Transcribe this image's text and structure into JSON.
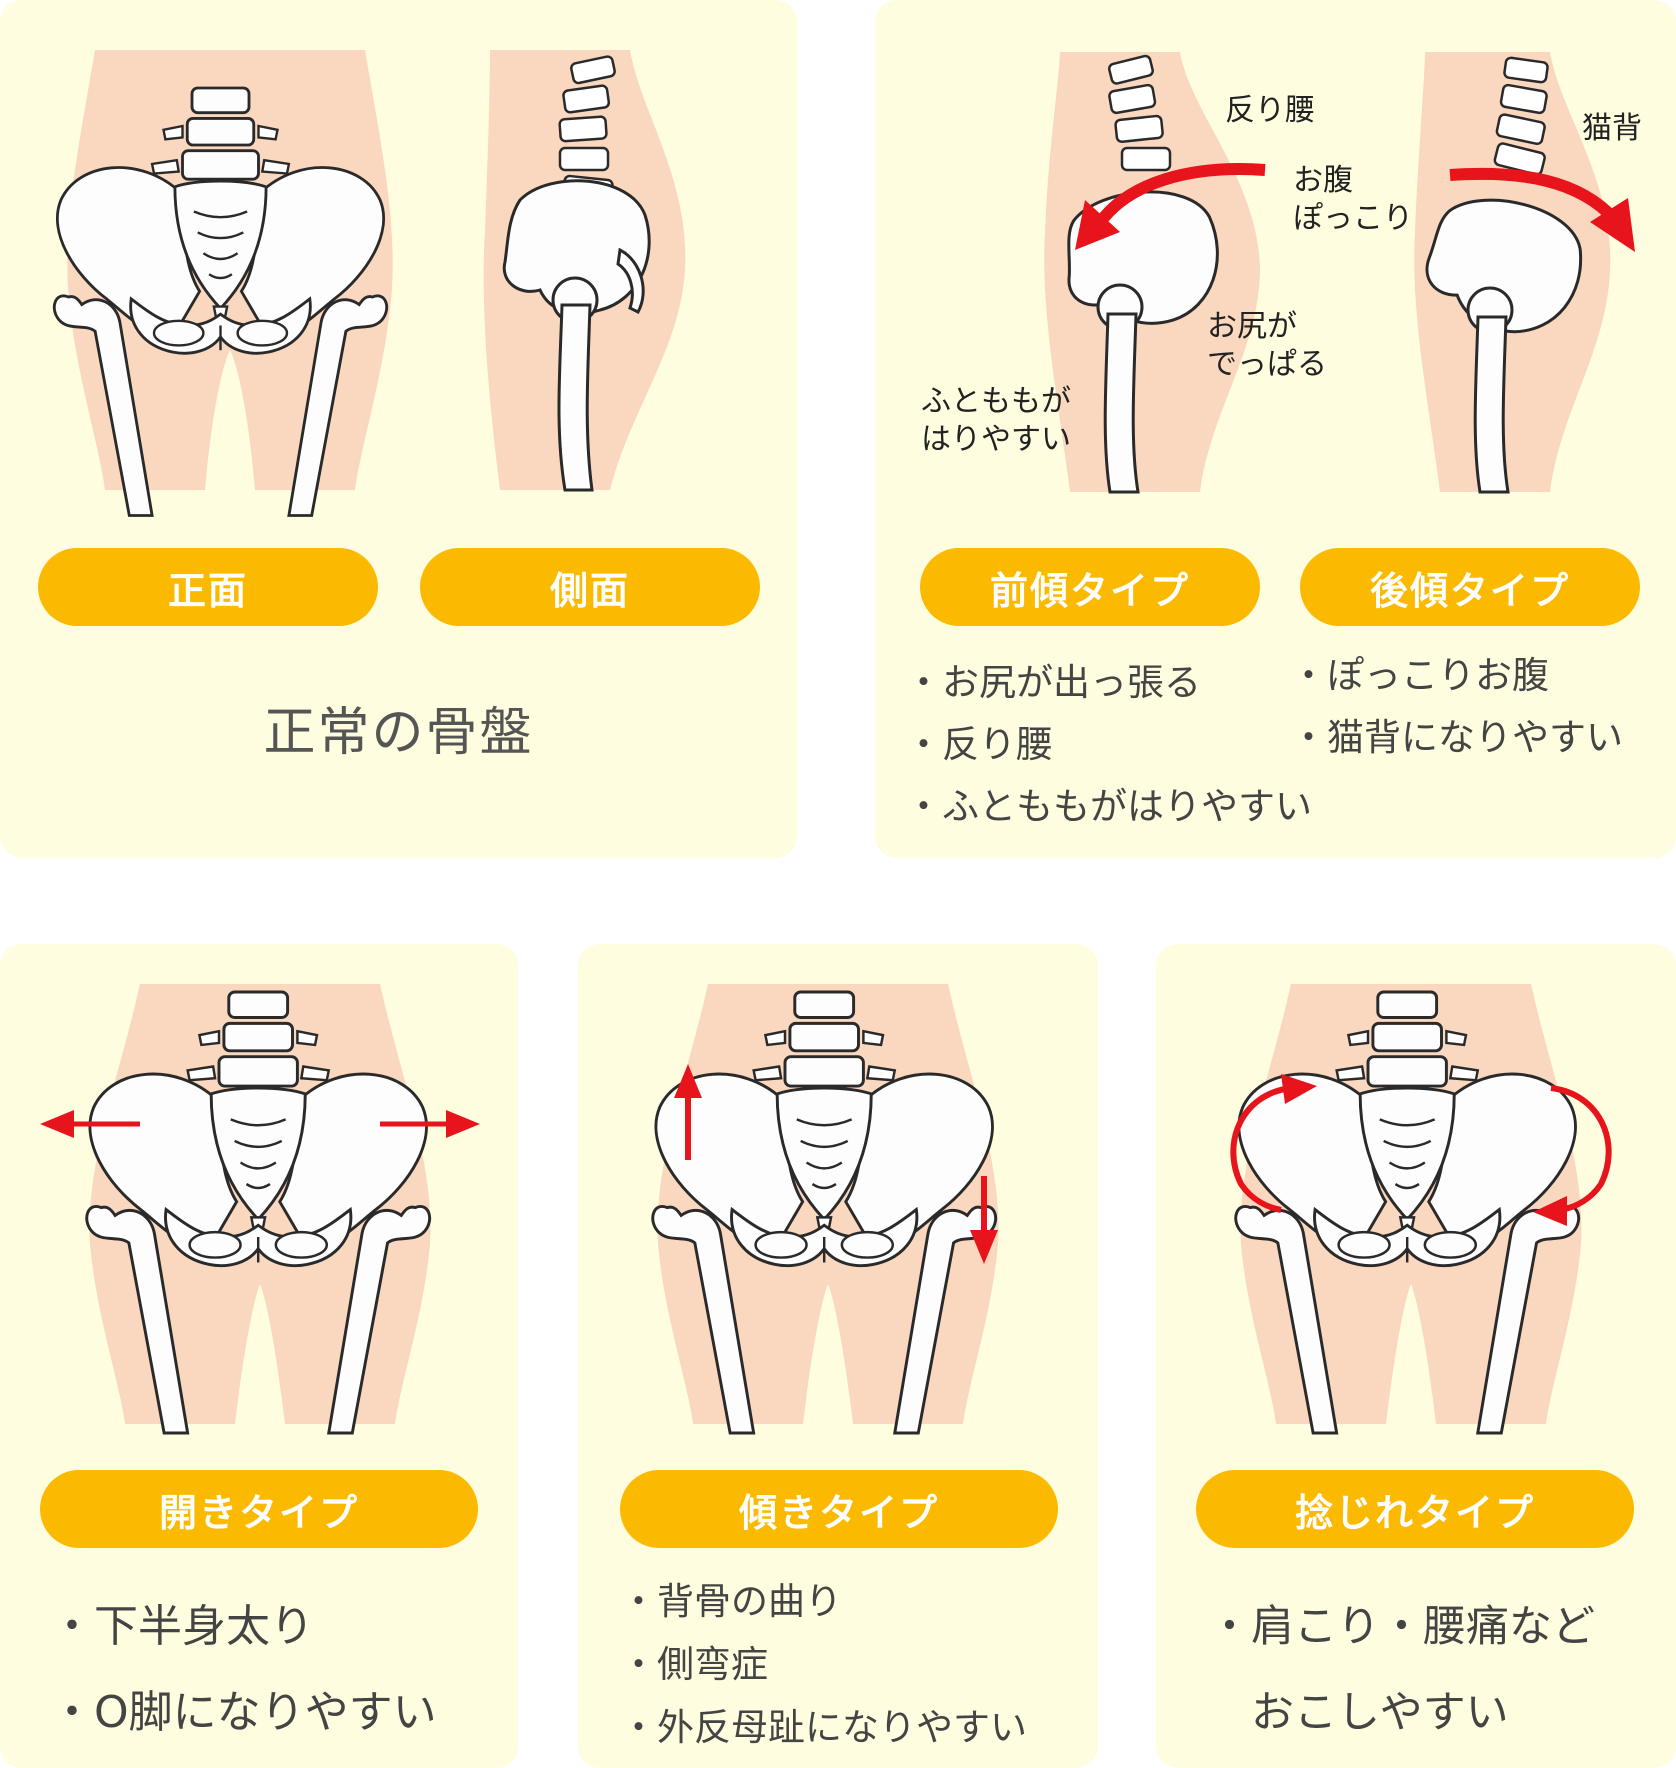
{
  "normal": {
    "caption": "正常の骨盤",
    "front_label": "正面",
    "side_label": "側面"
  },
  "tilt_fb": {
    "anterior_label": "前傾タイプ",
    "posterior_label": "後傾タイプ",
    "anterior_notes": {
      "sway_back": "反り腰",
      "belly": [
        "お腹",
        "ぽっこり"
      ],
      "hip": [
        "お尻が",
        "でっぱる"
      ],
      "thigh": [
        "ふとももが",
        "はりやすい"
      ]
    },
    "posterior_notes": {
      "hunchback": "猫背"
    },
    "anterior_bullets": [
      "・お尻が出っ張る",
      "・反り腰",
      "・ふとももがはりやすい"
    ],
    "posterior_bullets": [
      "・ぽっこりお腹",
      "・猫背になりやすい"
    ]
  },
  "open": {
    "label": "開きタイプ",
    "bullets": [
      "・下半身太り",
      "・O脚になりやすい"
    ]
  },
  "tilt": {
    "label": "傾きタイプ",
    "bullets": [
      "・背骨の曲り",
      "・側弯症",
      "・外反母趾になりやすい"
    ]
  },
  "twist": {
    "label": "捻じれタイプ",
    "bullets": [
      "・肩こり・腰痛など",
      "　おこしやすい"
    ]
  },
  "colors": {
    "panel_bg": "#fefde0",
    "pill": "#fbb900",
    "skin": "#fad7bf",
    "arrow": "#e8141c"
  }
}
